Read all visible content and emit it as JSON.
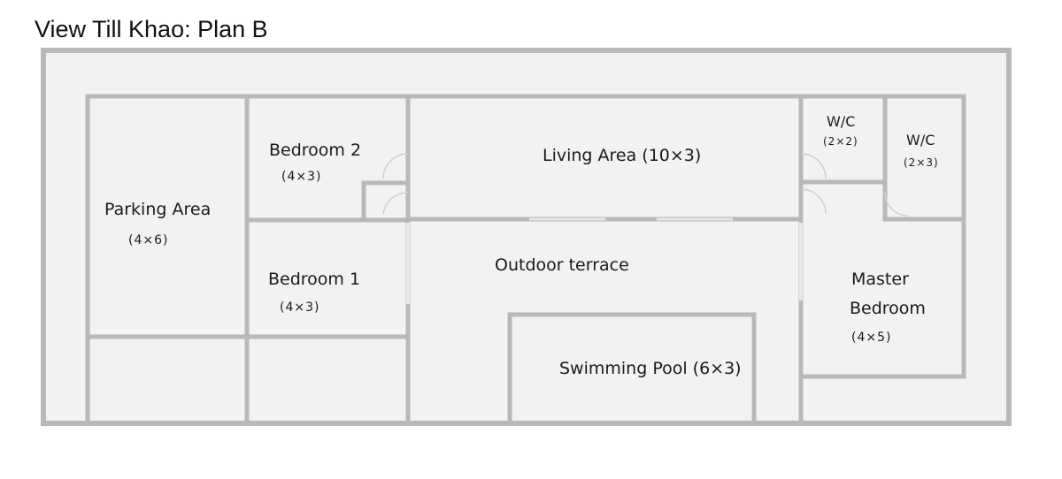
{
  "title": "View Till Khao: Plan B",
  "rooms": {
    "parking": {
      "name": "Parking Area",
      "size": "(4×6)"
    },
    "bedroom2": {
      "name": "Bedroom 2",
      "size": "(4×3)"
    },
    "bedroom1": {
      "name": "Bedroom 1",
      "size": "(4×3)"
    },
    "living": {
      "name": "Living Area (10×3)"
    },
    "terrace": {
      "name": "Outdoor terrace"
    },
    "pool": {
      "name": "Swimming Pool (6×3)"
    },
    "wc1": {
      "name": "W/C",
      "size": "(2×2)"
    },
    "wc2": {
      "name": "W/C",
      "size": "(2×3)"
    },
    "master": {
      "line1": "Master",
      "line2": "Bedroom",
      "size": "(4×5)"
    }
  },
  "colors": {
    "wall": "#b8b8b8",
    "wall_edge": "#9a9a9a",
    "floor": "#f2f2f2",
    "ink": "#1a1a1a"
  }
}
